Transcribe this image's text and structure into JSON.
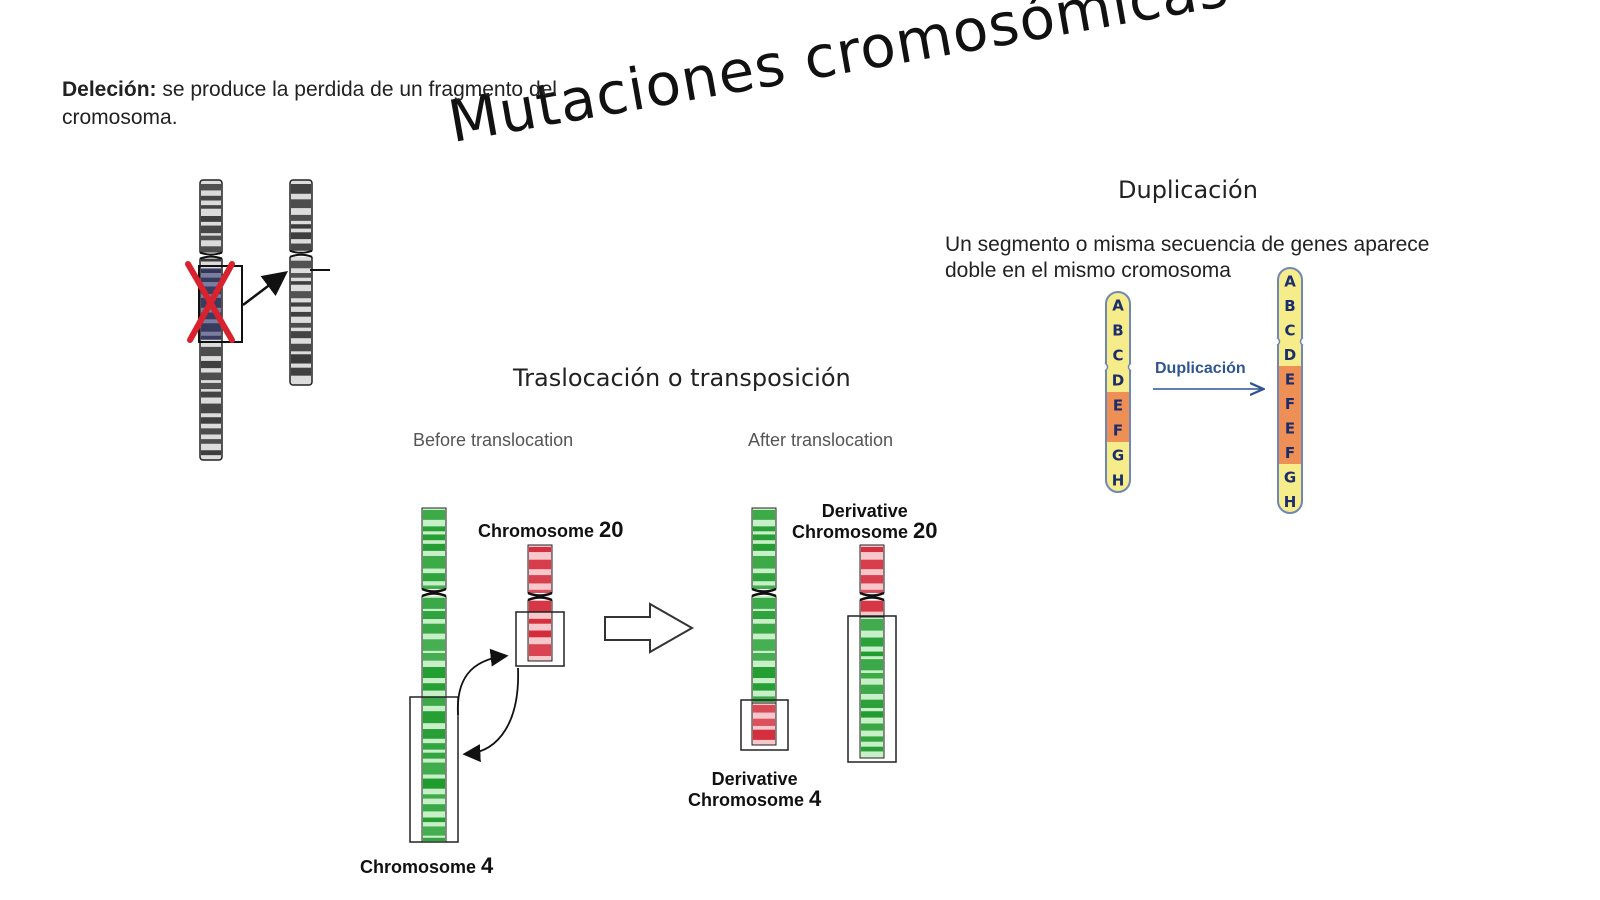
{
  "title": "Mutaciones cromosómicas",
  "deletion": {
    "term": "Deleción:",
    "description": " se produce la perdida de un fragmento del cromosoma."
  },
  "duplication": {
    "heading": "Duplicación",
    "description": "Un segmento o misma secuencia de genes aparece doble en el mismo cromosoma",
    "arrow_label": "Duplicación",
    "before_genes": [
      "A",
      "B",
      "C",
      "D",
      "E",
      "F",
      "G",
      "H"
    ],
    "after_genes": [
      "A",
      "B",
      "C",
      "D",
      "E",
      "F",
      "E",
      "F",
      "G",
      "H"
    ],
    "colors": {
      "yellow": "#f7ec8a",
      "orange": "#ee8f55",
      "outline": "#6f86b8",
      "arrow": "#2f5591"
    }
  },
  "translocation": {
    "heading": "Traslocación o transposición",
    "before_label": "Before translocation",
    "after_label": "After translocation",
    "chromosome_20": {
      "name": "Chromosome",
      "number": "20"
    },
    "chromosome_4": {
      "name": "Chromosome",
      "number": "4"
    },
    "derivative_20": {
      "line1": "Derivative",
      "line2": "Chromosome",
      "number": "20"
    },
    "derivative_4": {
      "line1": "Derivative",
      "line2": "Chromosome",
      "number": "4"
    },
    "colors": {
      "green": "#1d9a2c",
      "red": "#d42a3a"
    }
  }
}
